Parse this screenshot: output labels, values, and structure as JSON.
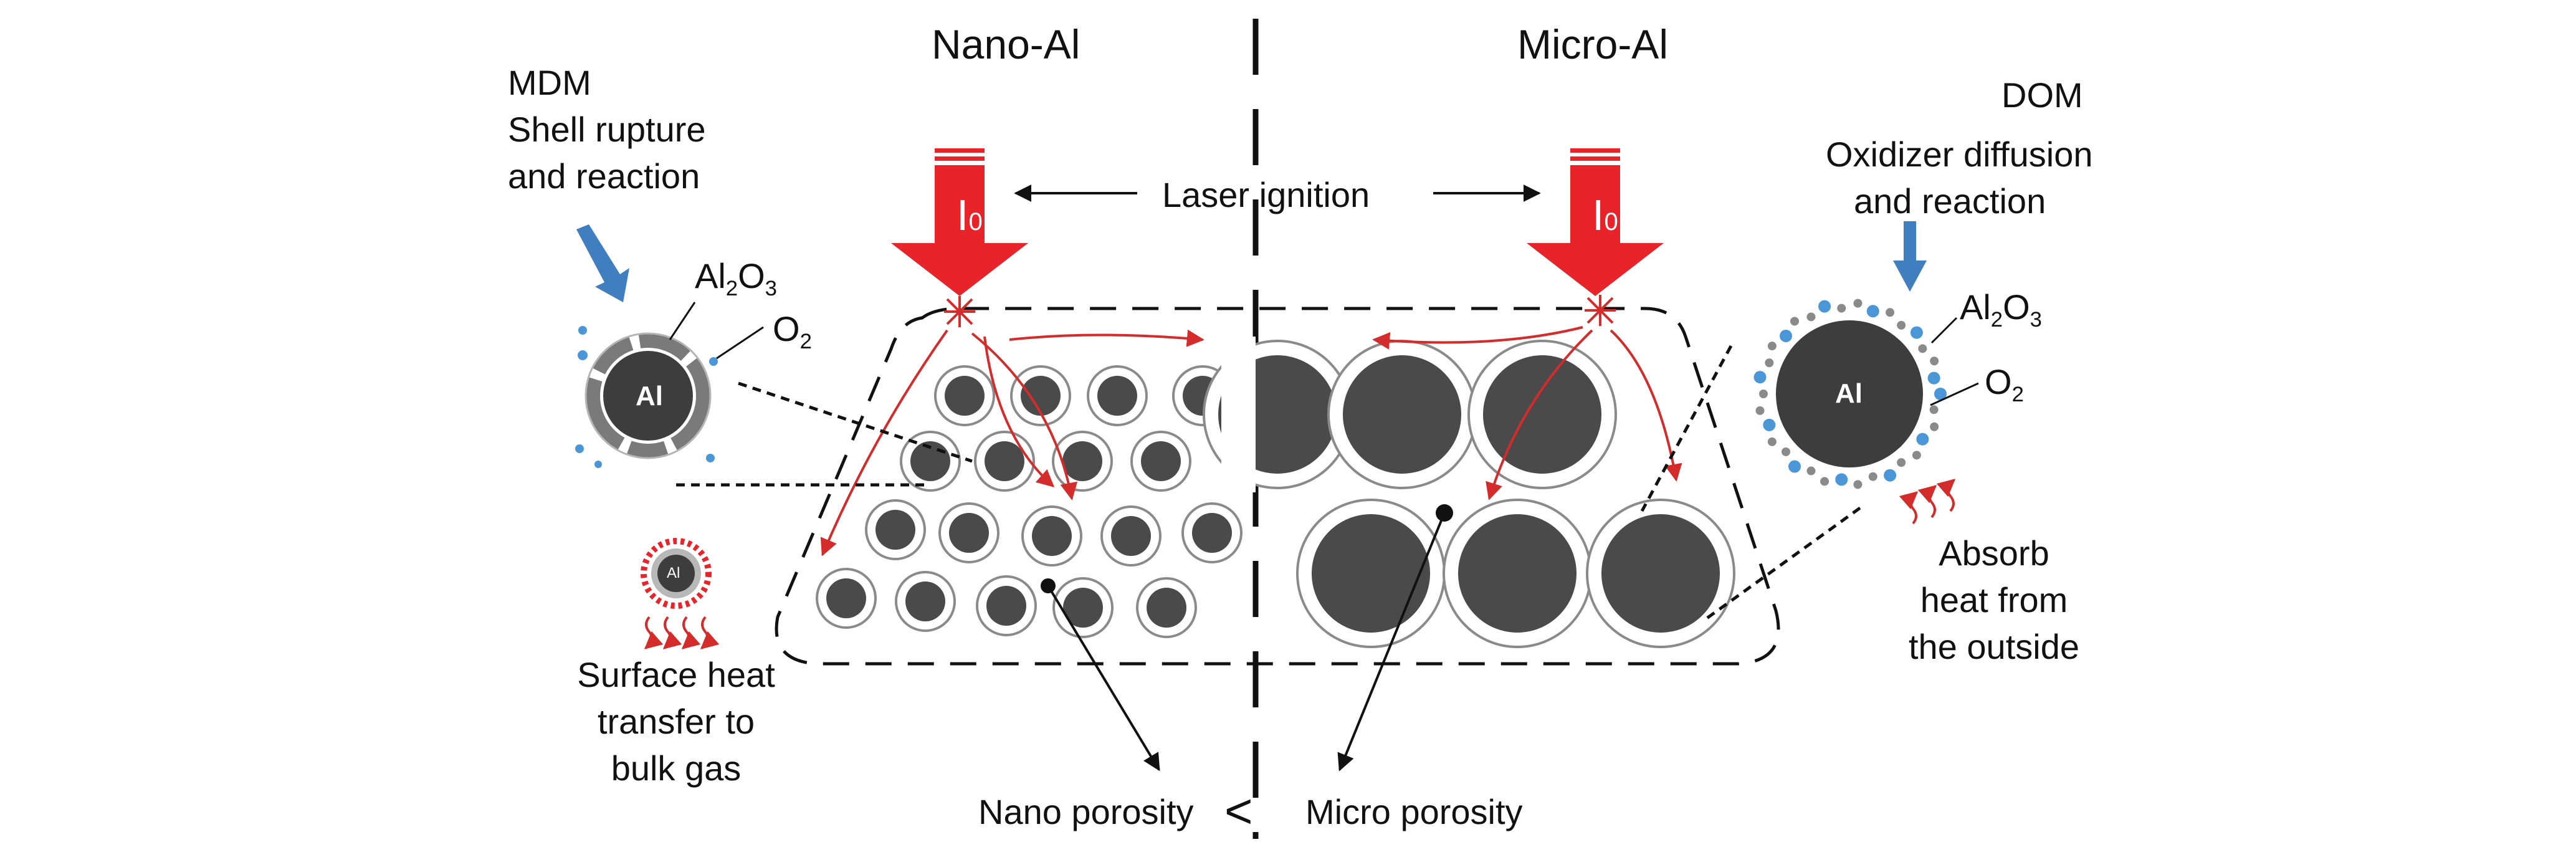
{
  "headings": {
    "nano": "Nano-Al",
    "micro": "Micro-Al"
  },
  "laser": {
    "label": "Laser ignition",
    "intensity_symbol": "I",
    "intensity_subscript": "0"
  },
  "left_mechanism": {
    "acronym": "MDM",
    "line1": "Shell rupture",
    "line2": "and reaction",
    "particle_core": "Al",
    "shell_label_main": "Al",
    "shell_label_sub1": "2",
    "shell_label_mid": "O",
    "shell_label_sub2": "3",
    "gas_label_main": "O",
    "gas_label_sub": "2",
    "small_particle_core": "Al",
    "heat_line1": "Surface heat",
    "heat_line2": "transfer to",
    "heat_line3": "bulk gas"
  },
  "right_mechanism": {
    "acronym": "DOM",
    "line1": "Oxidizer diffusion",
    "line2": "and reaction",
    "particle_core": "Al",
    "shell_label_main": "Al",
    "shell_label_sub1": "2",
    "shell_label_mid": "O",
    "shell_label_sub2": "3",
    "gas_label_main": "O",
    "gas_label_sub": "2",
    "heat_line1": "Absorb",
    "heat_line2": "heat from",
    "heat_line3": "the outside"
  },
  "porosity": {
    "nano": "Nano porosity",
    "comparator": "<",
    "micro": "Micro porosity"
  },
  "colors": {
    "laser_red": "#e8242a",
    "flow_red": "#d42b2b",
    "particle_dark": "#4a4a4a",
    "shell_gray": "#7a7a7a",
    "pointer_blue": "#3f7fbf",
    "oxygen_blue": "#4a96d6",
    "dot_gray": "#8a8a8a"
  }
}
